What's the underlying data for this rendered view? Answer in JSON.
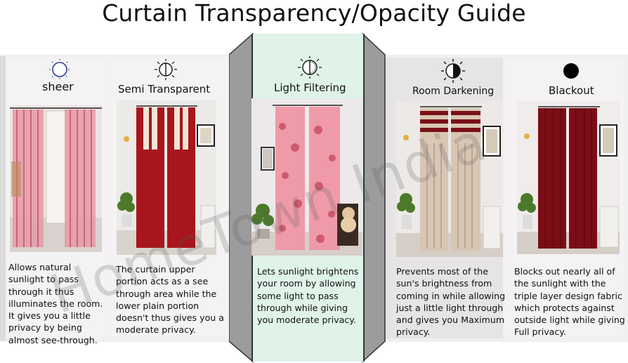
{
  "title": "Curtain Transparency/Opacity Guide",
  "watermark": "HomeTown India",
  "panels": [
    {
      "label": "sheer",
      "icon": "sheer-icon",
      "image": "sheer-curtain-photo",
      "description": "Allows natural sunlight to pass through it thus illuminates the room. It gives you a little privacy by being almost see-through."
    },
    {
      "label": "Semi Transparent",
      "icon": "semi-transparent-icon",
      "image": "semi-transparent-curtain-photo",
      "description": "The curtain upper portion acts as a see through area while the lower plain portion doesn't thus gives you a moderate privacy."
    },
    {
      "label": "Light Filtering",
      "icon": "light-filtering-icon",
      "image": "light-filtering-curtain-photo",
      "description": "Lets sunlight brightens your room by allowing some light to pass through while giving you moderate privacy."
    },
    {
      "label": "Room Darkening",
      "icon": "room-darkening-icon",
      "image": "room-darkening-curtain-photo",
      "description": "Prevents most of the sun's brightness from coming in while allowing just a little light through and gives you Maximum privacy."
    },
    {
      "label": "Blackout",
      "icon": "blackout-icon",
      "image": "blackout-curtain-photo",
      "description": "Blocks out nearly all of the sunlight with the triple layer design fabric which protects against outside light while giving Full privacy."
    }
  ],
  "colors": {
    "highlight_panel": "#dff3e9",
    "sheer": "#e7a3ad",
    "semi": "#a51d22",
    "filtering": "#ef9aa8",
    "darkening": "#c9b3a4",
    "blackout": "#7b0d16"
  }
}
